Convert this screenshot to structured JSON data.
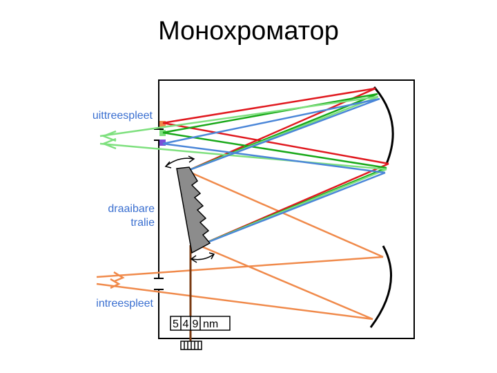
{
  "title": "Монохроматор",
  "labels": {
    "exit_slit": "uittreespleet",
    "grating_line1": "draaibare",
    "grating_line2": "tralie",
    "entrance_slit": "intreespleet"
  },
  "counter": {
    "digits": [
      "5",
      "4",
      "9"
    ],
    "unit": "nm"
  },
  "colors": {
    "label_text": "#3a6fd0",
    "ray_orange": "#f08a4b",
    "ray_red": "#e0191f",
    "ray_green": "#18a818",
    "ray_lightgreen": "#7ee07e",
    "ray_blue": "#4a86d8",
    "grating_fill": "#8c8c8c",
    "rod": "#7a3a12"
  }
}
